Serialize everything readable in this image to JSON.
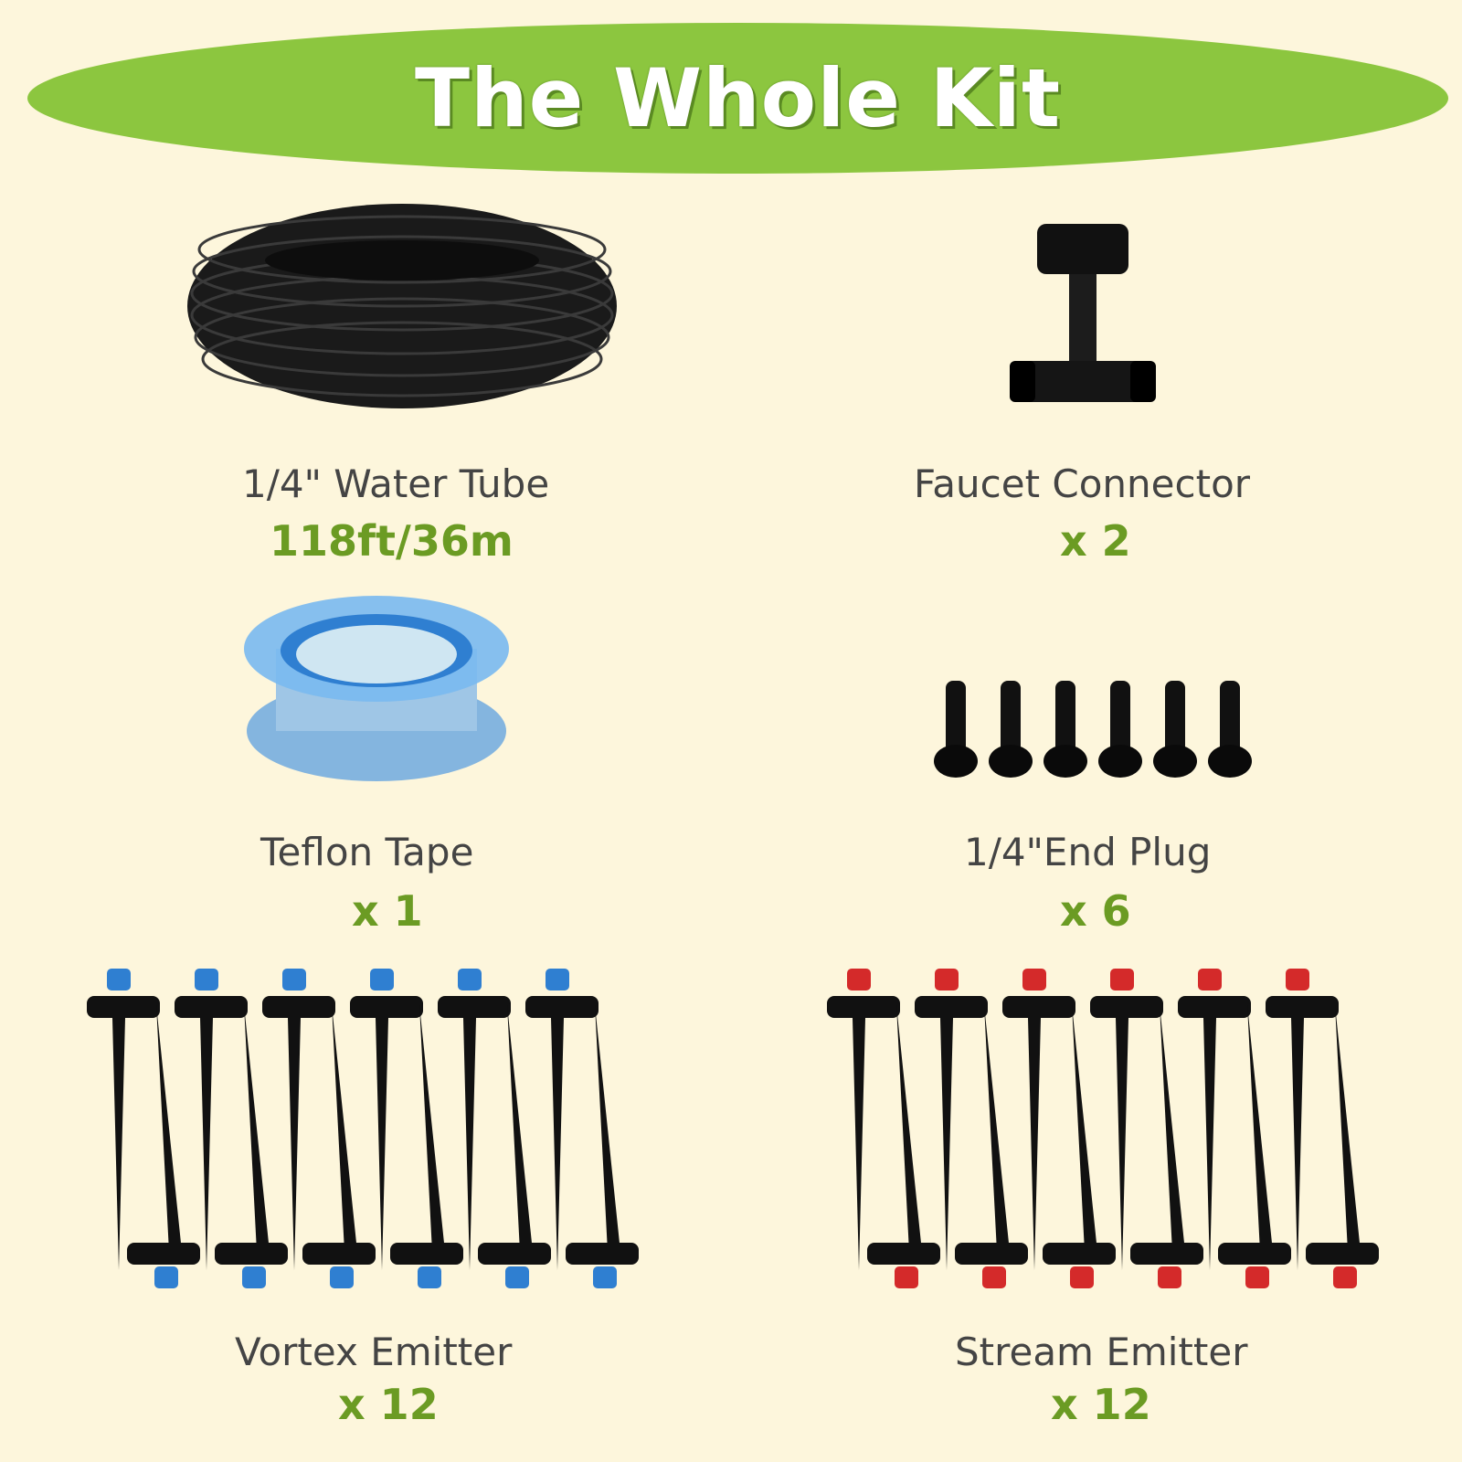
{
  "title": "The Whole Kit",
  "colors": {
    "background": "#fdf6dc",
    "banner": "#8cc63f",
    "quantity": "#6b9b23",
    "label": "#444444"
  },
  "items": [
    {
      "label": "1/4\" Water Tube",
      "quantity": "118ft/36m",
      "image": "coiled-tube-icon"
    },
    {
      "label": "Faucet Connector",
      "quantity": "x 2",
      "image": "faucet-connector-icon"
    },
    {
      "label": "Teflon Tape",
      "quantity": "x 1",
      "image": "teflon-tape-icon"
    },
    {
      "label": "1/4\"End Plug",
      "quantity": "x 6",
      "image": "end-plug-icon"
    },
    {
      "label": "Vortex Emitter",
      "quantity": "x 12",
      "image": "vortex-emitter-icon"
    },
    {
      "label": "Stream Emitter",
      "quantity": "x 12",
      "image": "stream-emitter-icon"
    }
  ]
}
